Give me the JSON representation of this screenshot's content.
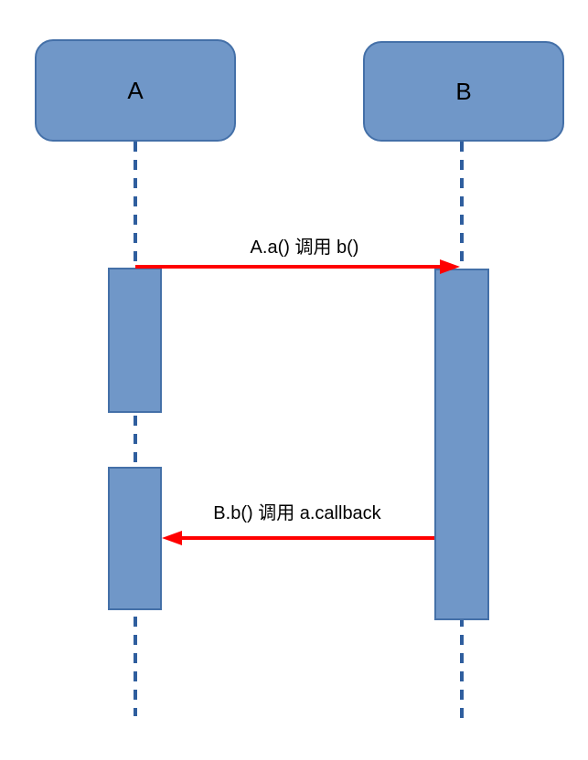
{
  "diagram": {
    "type": "sequence-diagram",
    "background": "#FFFFFF",
    "actors": [
      {
        "id": "A",
        "label": "A"
      },
      {
        "id": "B",
        "label": "B"
      }
    ],
    "lifelines": [
      {
        "actor": "A",
        "style": "dashed"
      },
      {
        "actor": "B",
        "style": "dashed"
      }
    ],
    "activations": [
      {
        "actor": "A",
        "order": 1
      },
      {
        "actor": "A",
        "order": 2
      },
      {
        "actor": "B",
        "order": 1
      }
    ],
    "messages": [
      {
        "from": "A",
        "to": "B",
        "direction": "right",
        "label": "A.a() 调用 b()"
      },
      {
        "from": "B",
        "to": "A",
        "direction": "left",
        "label": "B.b() 调用 a.callback"
      }
    ],
    "colors": {
      "shape_fill": "#7097C8",
      "shape_border": "#4470A8",
      "lifeline": "#2F5E9E",
      "arrow": "#FF0000",
      "label_text": "#000000",
      "background": "#FFFFFF"
    }
  }
}
